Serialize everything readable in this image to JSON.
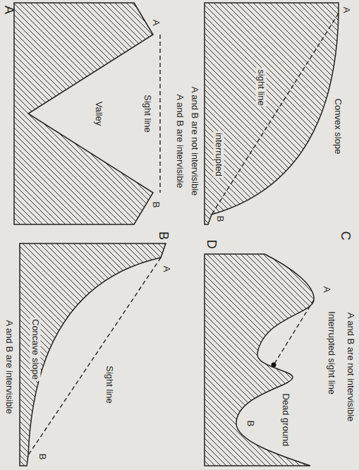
{
  "diagram": {
    "labels": [
      "A",
      "A",
      "Sight line",
      "Valley",
      "B",
      "A and B are intervisible",
      "B",
      "A",
      "Concave slope",
      "Sight line",
      "B",
      "A and B are intervisible",
      "C",
      "A",
      "Convex slope",
      "interrupted",
      "sight line",
      "B",
      "A and B are not intervisible",
      "D",
      "A",
      "Interrupted sight line",
      "Dead ground",
      "B",
      "A and B are not intervisible"
    ]
  }
}
